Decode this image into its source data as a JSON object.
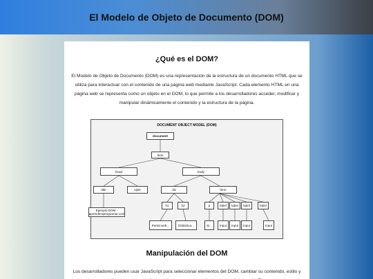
{
  "header": {
    "title": "El Modelo de Objeto de Documento (DOM)"
  },
  "section1": {
    "heading": "¿Qué es el DOM?",
    "paragraph": "El Modelo de Objeto de Documento (DOM) es una representación de la estructura de un documento HTML que se utiliza para interactuar con el contenido de una página web mediante JavaScript. Cada elemento HTML en una página web se representa como un objeto en el DOM, lo que permite a los desarrolladores acceder, modificar y manipular dinámicamente el contenido y la estructura de la página."
  },
  "diagram": {
    "title": "DOCUMENT OBJECT MODEL (DOM)",
    "nodes": {
      "document": "document",
      "html": "html",
      "head": "head",
      "body": "body",
      "title": "title",
      "style": "style",
      "div": "div",
      "form": "form",
      "title_text": "Ejemplo DOM - aprenderaprogramar.com",
      "h1": "h1",
      "h2": "h2",
      "p": "p",
      "label1": "label",
      "label2": "label",
      "label3": "label",
      "label4": "label",
      "h1_text": "Portal web...",
      "h2_text": "Didáctica...",
      "p_text": "Si...",
      "input1": "Input",
      "input2": "Input",
      "input3": "Input",
      "input4": "Input"
    }
  },
  "section2": {
    "heading": "Manipulación del DOM",
    "paragraph": "Los desarrolladores pueden usar JavaScript para seleccionar elementos del DOM, cambiar su contenido, estilo y atributos, agregar o eliminar elementos y responder a eventos del usuario. Esto"
  }
}
